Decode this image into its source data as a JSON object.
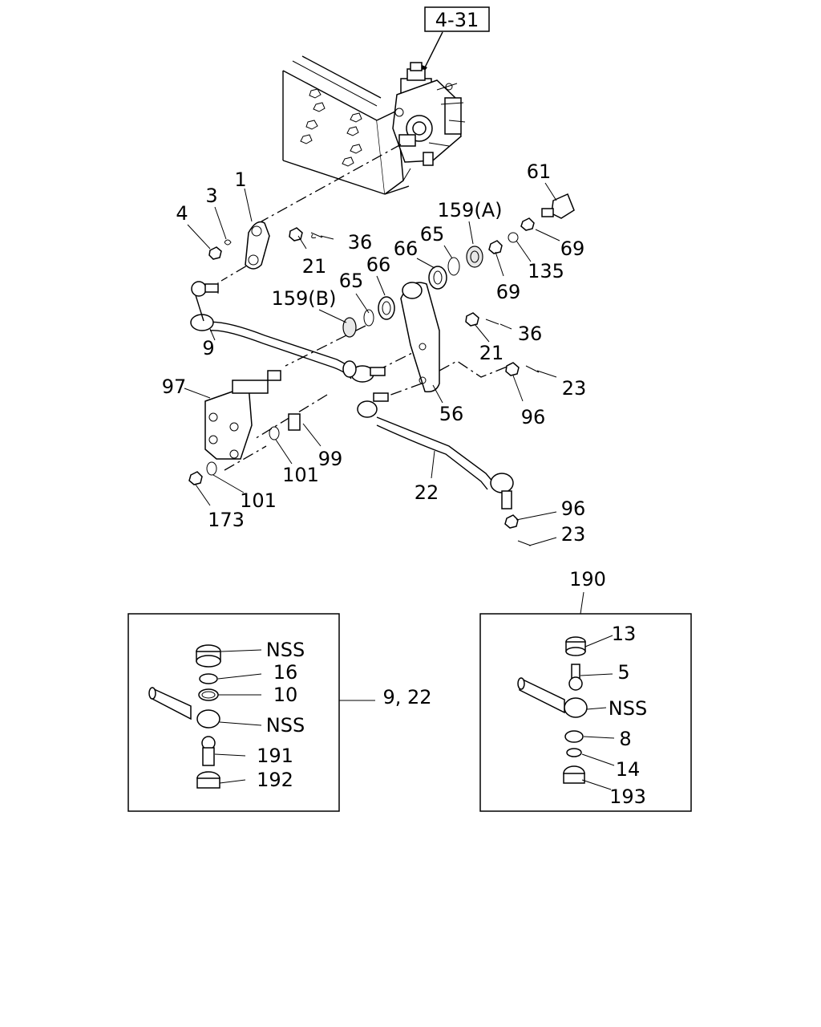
{
  "reference": "4-31",
  "callouts": {
    "c1": "1",
    "c3": "3",
    "c4": "4",
    "c21a": "21",
    "c36a": "36",
    "c9": "9",
    "c159b": "159(B)",
    "c65a": "65",
    "c66a": "66",
    "c66b": "66",
    "c65b": "65",
    "c159a": "159(A)",
    "c69a": "69",
    "c61": "61",
    "c69b": "69",
    "c135": "135",
    "c36b": "36",
    "c21b": "21",
    "c23a": "23",
    "c96a": "96",
    "c56": "56",
    "c97": "97",
    "c99": "99",
    "c101a": "101",
    "c101b": "101",
    "c173": "173",
    "c22": "22",
    "c96b": "96",
    "c23b": "23"
  },
  "inset_left": {
    "group_label": "9, 22",
    "items": [
      "NSS",
      "16",
      "10",
      "NSS",
      "191",
      "192"
    ]
  },
  "inset_right": {
    "group_label": "190",
    "items": [
      "13",
      "5",
      "NSS",
      "8",
      "14",
      "193"
    ]
  }
}
